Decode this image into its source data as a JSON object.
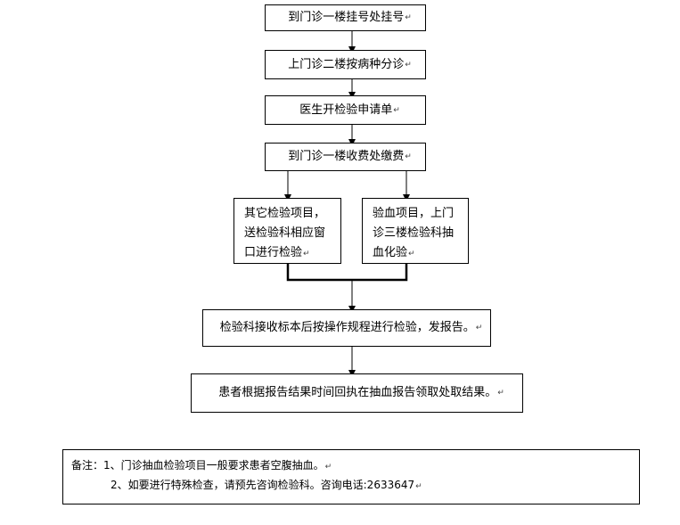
{
  "flow": {
    "step1": "到门诊一楼挂号处挂号",
    "step2": "上门诊二楼按病种分诊",
    "step3": "医生开检验申请单",
    "step4": "到门诊一楼收费处缴费",
    "branch_left": [
      "其它检验项目，",
      "送检验科相应窗",
      "口进行检验"
    ],
    "branch_right": [
      "验血项目，上门",
      "诊三楼检验科抽",
      "血化验"
    ],
    "step5": "检验科接收标本后按操作规程进行检验，发报告。",
    "step6": "患者根据报告结果时间回执在抽血报告领取处取结果。"
  },
  "paragraph_mark": "↵",
  "notes": {
    "line1": "备注：1、门诊抽血检验项目一般要求患者空腹抽血。",
    "line2": "2、如要进行特殊检查，请预先咨询检验科。咨询电话:2633647"
  }
}
